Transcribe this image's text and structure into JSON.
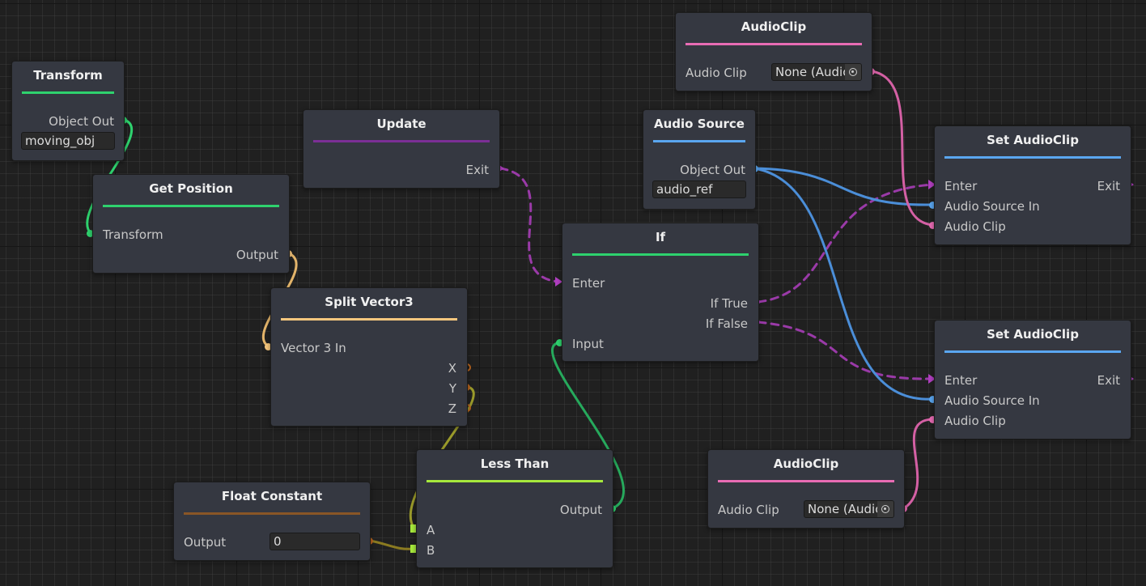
{
  "colors": {
    "exec": "#b03fc0",
    "object": "#2ed26e",
    "vector": "#f6c77e",
    "float": "#b8641e",
    "bool": "#a6e83c",
    "audio_source": "#5aa6f0",
    "audio_clip": "#e86cb4"
  },
  "nodes": {
    "transform": {
      "title": "Transform",
      "object_out": "Object Out",
      "field_value": "moving_obj"
    },
    "get_position": {
      "title": "Get Position",
      "transform_in": "Transform",
      "output": "Output"
    },
    "update": {
      "title": "Update",
      "exit": "Exit"
    },
    "split_vector3": {
      "title": "Split Vector3",
      "vector_in": "Vector 3 In",
      "x": "X",
      "y": "Y",
      "z": "Z"
    },
    "float_constant": {
      "title": "Float Constant",
      "output": "Output",
      "field_value": "0"
    },
    "less_than": {
      "title": "Less Than",
      "output": "Output",
      "a": "A",
      "b": "B"
    },
    "if_node": {
      "title": "If",
      "enter": "Enter",
      "if_true": "If True",
      "if_false": "If False",
      "input": "Input"
    },
    "audio_source": {
      "title": "Audio Source",
      "object_out": "Object Out",
      "field_value": "audio_ref"
    },
    "audioclip_top": {
      "title": "AudioClip",
      "label": "Audio Clip",
      "field_value": "None (Audic"
    },
    "audioclip_bottom": {
      "title": "AudioClip",
      "label": "Audio Clip",
      "field_value": "None (Audic"
    },
    "set_audioclip_top": {
      "title": "Set AudioClip",
      "enter": "Enter",
      "exit": "Exit",
      "audio_source_in": "Audio Source In",
      "audio_clip": "Audio Clip"
    },
    "set_audioclip_bottom": {
      "title": "Set AudioClip",
      "enter": "Enter",
      "exit": "Exit",
      "audio_source_in": "Audio Source In",
      "audio_clip": "Audio Clip"
    }
  }
}
